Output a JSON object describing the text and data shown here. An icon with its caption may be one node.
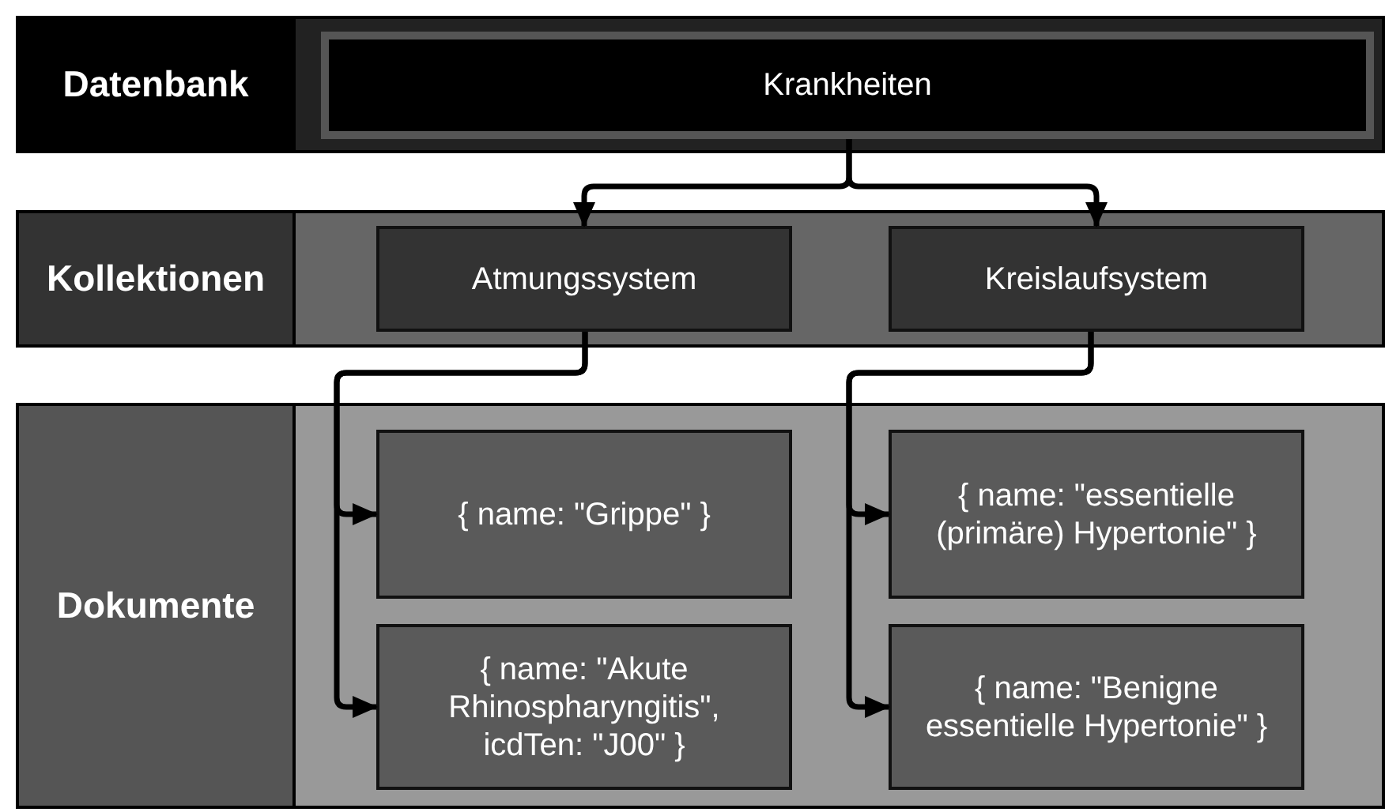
{
  "diagram": {
    "nodes": [
      {
        "text": [
          "Datenbank"
        ]
      },
      {
        "text": [
          "Krankheiten"
        ],
        "in": 0
      },
      {
        "text": [
          "Kollektionen"
        ]
      },
      {
        "text": [
          "Atmungssystem"
        ],
        "in": 2
      },
      {
        "text": [
          "Kreislaufsystem"
        ],
        "in": 2
      },
      {
        "text": [
          "Dokumente"
        ]
      },
      {
        "text": [
          "{ name: \"Grippe\" }"
        ],
        "in": 5
      },
      {
        "text": [
          "{ name: \"Akute Rhinospharyngitis\", icdTen: \"J00\" }"
        ],
        "in": 5
      },
      {
        "text": [
          "{ name: \"essentielle (primäre) Hypertonie\" }"
        ],
        "in": 5
      },
      {
        "text": [
          "{ name: \"Benigne essentielle Hypertonie\" }"
        ],
        "in": 5
      }
    ],
    "edges": [
      {
        "from": 1,
        "to": 3,
        "arrow": "to"
      },
      {
        "from": 1,
        "to": 4,
        "arrow": "to"
      },
      {
        "from": 3,
        "to": 6,
        "arrow": "to"
      },
      {
        "from": 3,
        "to": 7,
        "arrow": "to"
      },
      {
        "from": 4,
        "to": 8,
        "arrow": "to"
      },
      {
        "from": 4,
        "to": 9,
        "arrow": "to"
      }
    ]
  }
}
